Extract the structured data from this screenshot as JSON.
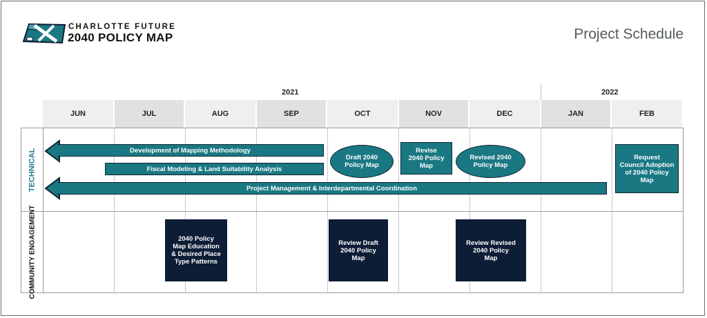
{
  "logo": {
    "line1": "CHARLOTTE FUTURE",
    "line2": "2040 POLICY MAP"
  },
  "title": "Project Schedule",
  "years": {
    "y2021": "2021",
    "y2022": "2022"
  },
  "months": [
    "JUN",
    "JUL",
    "AUG",
    "SEP",
    "OCT",
    "NOV",
    "DEC",
    "JAN",
    "FEB"
  ],
  "rows": {
    "technical": "TECHNICAL",
    "community": "COMMUNITY\nENGAGEMENT"
  },
  "technical": {
    "mapping": "Development of Mapping Methodology",
    "fiscal": "Fiscal Modeling & Land Suitability Analysis",
    "management": "Project Management & Interdepartmental Coordination",
    "draft": "Draft 2040\nPolicy Map",
    "revise": "Revise\n2040 Policy\nMap",
    "revised": "Revised 2040\nPolicy Map",
    "adoption": "Request\nCouncil Adoption\nof 2040 Policy\nMap"
  },
  "community": {
    "education": "2040 Policy\nMap Education\n& Desired Place\nType Patterns",
    "review_draft": "Review Draft\n2040 Policy\nMap",
    "review_revised": "Review Revised\n2040 Policy\nMap"
  },
  "colors": {
    "teal": "#1a7883",
    "navy": "#0c1d35",
    "label_teal": "#1d7b86",
    "outline": "#0b2330"
  }
}
